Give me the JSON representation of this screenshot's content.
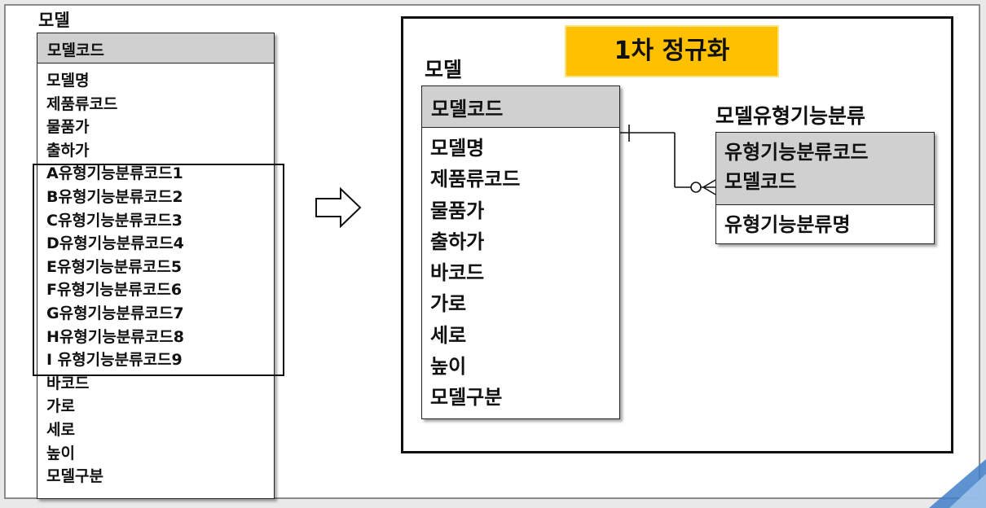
{
  "left_model": {
    "title": "모델",
    "key": "모델코드",
    "attributes": [
      "모델명",
      "제품류코드",
      "물품가",
      "출하가",
      "A유형기능분류코드1",
      "B유형기능분류코드2",
      "C유형기능분류코드3",
      "D유형기능분류코드4",
      "E유형기능분류코드5",
      "F유형기능분류코드6",
      "G유형기능분류코드7",
      "H유형기능분류코드8",
      "I 유형기능분류코드9",
      "바코드",
      "가로",
      "세로",
      "높이",
      "모델구분"
    ]
  },
  "banner": "1차 정규화",
  "model": {
    "title": "모델",
    "key": "모델코드",
    "attributes": [
      "모델명",
      "제품류코드",
      "물품가",
      "출하가",
      "바코드",
      "가로",
      "세로",
      "높이",
      "모델구분"
    ]
  },
  "type_entity": {
    "title": "모델유형기능분류",
    "keys": [
      "유형기능분류코드",
      "모델코드"
    ],
    "attributes": [
      "유형기능분류명"
    ]
  }
}
